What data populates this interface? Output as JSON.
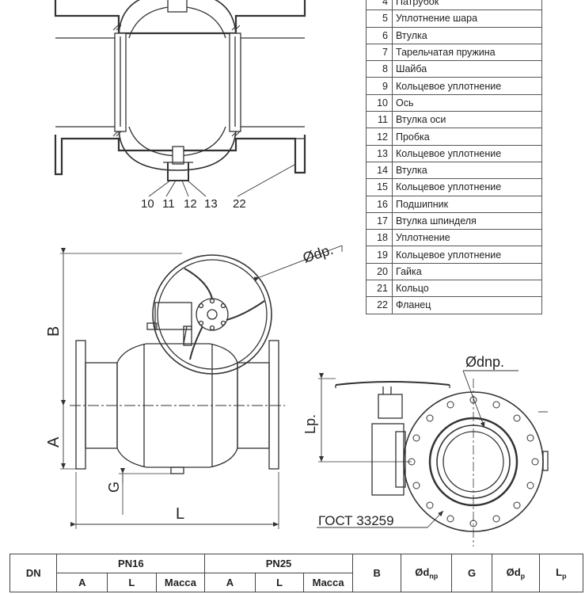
{
  "section_labels": [
    "10",
    "11",
    "12",
    "13",
    "22"
  ],
  "parts": [
    {
      "num": "4",
      "name": "Патрубок"
    },
    {
      "num": "5",
      "name": "Уплотнение шара"
    },
    {
      "num": "6",
      "name": "Втулка"
    },
    {
      "num": "7",
      "name": "Тарельчатая пружина"
    },
    {
      "num": "8",
      "name": "Шайба"
    },
    {
      "num": "9",
      "name": "Кольцевое уплотнение"
    },
    {
      "num": "10",
      "name": "Ось"
    },
    {
      "num": "11",
      "name": "Втулка оси"
    },
    {
      "num": "12",
      "name": "Пробка"
    },
    {
      "num": "13",
      "name": "Кольцевое уплотнение"
    },
    {
      "num": "14",
      "name": "Втулка"
    },
    {
      "num": "15",
      "name": "Кольцевое уплотнение"
    },
    {
      "num": "16",
      "name": "Подшипник"
    },
    {
      "num": "17",
      "name": "Втулка шпинделя"
    },
    {
      "num": "18",
      "name": "Уплотнение"
    },
    {
      "num": "19",
      "name": "Кольцевое уплотнение"
    },
    {
      "num": "20",
      "name": "Гайка"
    },
    {
      "num": "21",
      "name": "Кольцо"
    },
    {
      "num": "22",
      "name": "Фланец"
    }
  ],
  "dims": {
    "B": "B",
    "A": "A",
    "G": "G",
    "L": "L",
    "Lp": "Lp.",
    "dp": "Ødp.",
    "dnp": "Ødnp."
  },
  "gost": "ГОСТ 33259",
  "table": {
    "dn": "DN",
    "pn16": "PN16",
    "pn25": "PN25",
    "a": "A",
    "l": "L",
    "mass": "Масса",
    "b": "B",
    "dnp": "Ød",
    "dnp_sub": "np",
    "g": "G",
    "dp": "Ød",
    "dp_sub": "p",
    "lp": "L",
    "lp_sub": "p"
  }
}
